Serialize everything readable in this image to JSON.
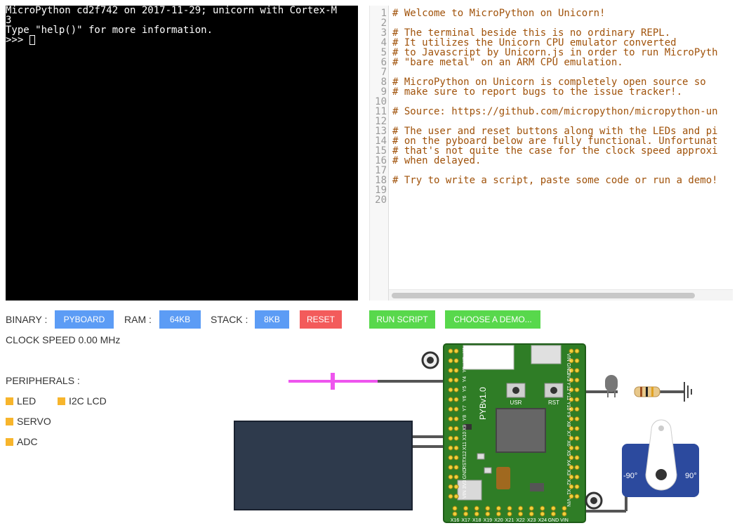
{
  "terminal": {
    "lines": [
      "MicroPython cd2f742 on 2017-11-29; unicorn with Cortex-M",
      "3",
      "Type \"help()\" for more information."
    ],
    "prompt": ">>> "
  },
  "editor": {
    "line_numbers": [
      "1",
      "2",
      "3",
      "4",
      "5",
      "6",
      "7",
      "8",
      "9",
      "10",
      "11",
      "12",
      "13",
      "14",
      "15",
      "16",
      "17",
      "18",
      "19",
      "20"
    ],
    "lines": [
      "# Welcome to MicroPython on Unicorn!",
      "",
      "# The terminal beside this is no ordinary REPL.",
      "# It utilizes the Unicorn CPU emulator converted",
      "# to Javascript by Unicorn.js in order to run MicroPyth",
      "# \"bare metal\" on an ARM CPU emulation.",
      "",
      "# MicroPython on Unicorn is completely open source so",
      "# make sure to report bugs to the issue tracker!.",
      "",
      "# Source: https://github.com/micropython/micropython-un",
      "",
      "# The user and reset buttons along with the LEDs and pi",
      "# on the pyboard below are fully functional. Unfortunat",
      "# that's not quite the case for the clock speed approxi",
      "# when delayed.",
      "",
      "# Try to write a script, paste some code or run a demo!",
      "",
      ""
    ]
  },
  "controls": {
    "binary_label": "BINARY :",
    "binary_value": "PYBOARD",
    "ram_label": "RAM :",
    "ram_value": "64KB",
    "stack_label": "STACK :",
    "stack_value": "8KB",
    "reset_label": "RESET",
    "run_label": "RUN SCRIPT",
    "demo_label": "CHOOSE A DEMO...",
    "clock_label": "CLOCK SPEED 0.00 MHz"
  },
  "peripherals": {
    "heading": "PERIPHERALS :",
    "items": [
      "LED",
      "I2C LCD",
      "SERVO",
      "ADC"
    ]
  },
  "board": {
    "name": "PYBv1.0",
    "usr_label": "USR",
    "rst_label": "RST",
    "left_pins": [
      "X1",
      "Y2",
      "Y3",
      "Y4",
      "Y5",
      "Y6",
      "Y7",
      "Y8",
      "X9",
      "X10",
      "X11",
      "X12",
      "RST",
      "GND",
      "3V3",
      "VIN"
    ],
    "right_pins": [
      "VIN",
      "GND",
      "3V3",
      "Y12",
      "Y11",
      "Y10",
      "Y9",
      "X8",
      "X7",
      "X6",
      "X5",
      "X4",
      "X3",
      "X2",
      "X1",
      "VIN"
    ],
    "bottom_pins": [
      "X16",
      "X17",
      "X18",
      "X19",
      "X20",
      "X21",
      "X22",
      "X23",
      "X24",
      "GND",
      "VIN"
    ]
  },
  "servo": {
    "left_label": "-90°",
    "right_label": "90°"
  },
  "colors": {
    "terminal_bg": "#000000",
    "comment": "#a0520a",
    "button_blue": "#5c9cf5",
    "button_red": "#f35b5b",
    "button_green": "#58d84c",
    "peripheral_swatch": "#f7b52c",
    "board_green": "#2f7d26",
    "lcd_panel": "#2e3a4c",
    "servo_blue": "#2c4a9e",
    "slider_magenta": "#ee55ee"
  }
}
